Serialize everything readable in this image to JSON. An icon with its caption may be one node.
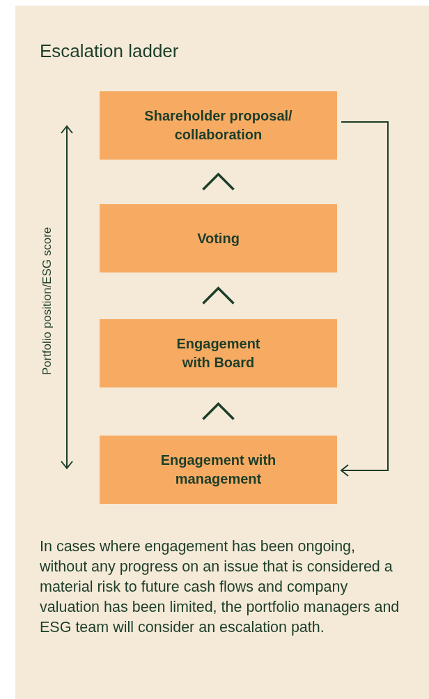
{
  "diagram": {
    "title": "Escalation ladder",
    "nodes": [
      {
        "text": [
          "Shareholder proposal/ collaboration"
        ]
      },
      {
        "text": [
          "Voting"
        ]
      },
      {
        "text": [
          "Engagement with Board"
        ]
      },
      {
        "text": [
          "Engagement with management"
        ]
      }
    ],
    "edges": [
      {
        "from": 3,
        "to": 2,
        "arrow": "to"
      },
      {
        "from": 2,
        "to": 1,
        "arrow": "to"
      },
      {
        "from": 1,
        "to": 0,
        "arrow": "to"
      },
      {
        "from": 0,
        "to": 3,
        "arrow": "to"
      }
    ],
    "labels": [
      "Portfolio position/ESG score"
    ],
    "caption": "In cases where engagement has been ongoing, without any progress on an issue that is considered a material risk to future cash flows and company valuation has been limited, the portfolio managers and ESG team will consider an escalation path."
  }
}
